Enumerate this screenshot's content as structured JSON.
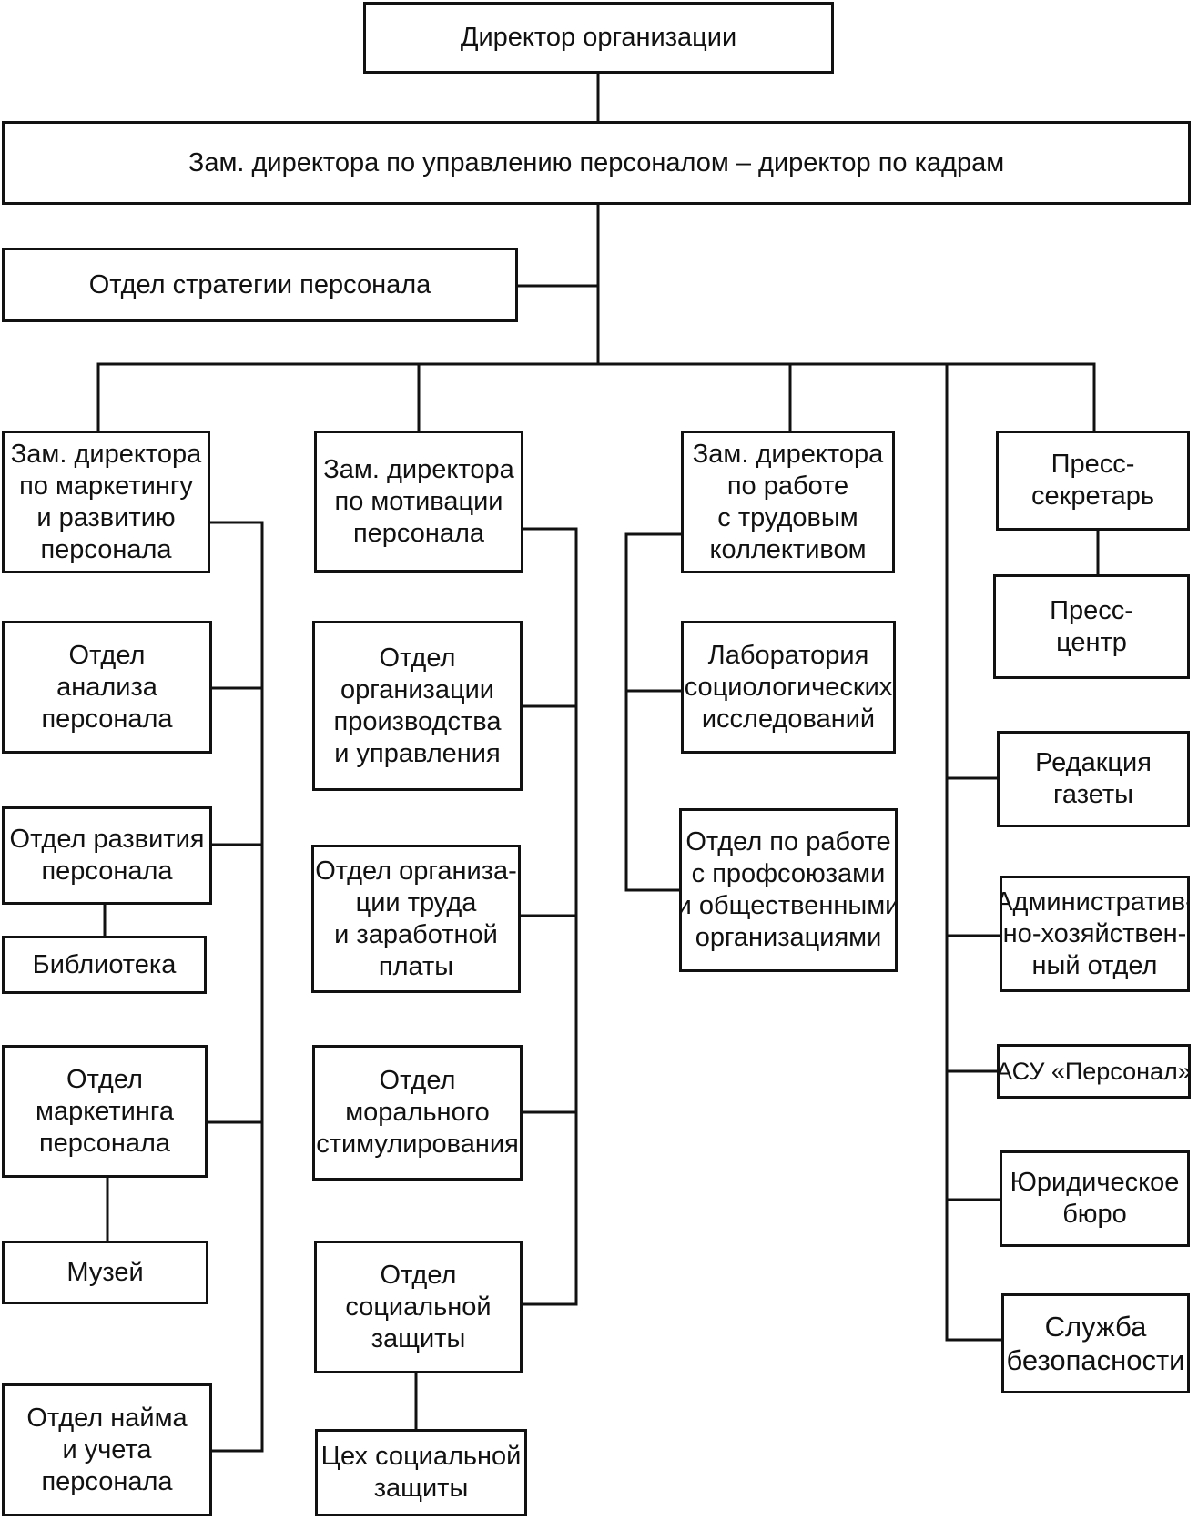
{
  "org_chart": {
    "director": [
      "Директор организации"
    ],
    "deputy_hr": [
      "Зам. директора по управлению персоналом – директор по кадрам"
    ],
    "strategy_dept": [
      "Отдел стратегии персонала"
    ],
    "branch_marketing": {
      "head": [
        "Зам. директора",
        "по маркетингу",
        "и развитию",
        "персонала"
      ],
      "analysis_dept": [
        "Отдел",
        "анализа",
        "персонала"
      ],
      "development_dept": [
        "Отдел развития",
        "персонала"
      ],
      "library": [
        "Библиотека"
      ],
      "marketing_dept": [
        "Отдел",
        "маркетинга",
        "персонала"
      ],
      "museum": [
        "Музей"
      ],
      "hiring_dept": [
        "Отдел найма",
        "и учета",
        "персонала"
      ]
    },
    "branch_motivation": {
      "head": [
        "Зам. директора",
        "по мотивации",
        "персонала"
      ],
      "production_dept": [
        "Отдел",
        "организации",
        "производства",
        "и управления"
      ],
      "labor_dept": [
        "Отдел организа-",
        "ции труда",
        "и заработной",
        "платы"
      ],
      "moral_dept": [
        "Отдел",
        "морального",
        "стимулирования"
      ],
      "social_dept": [
        "Отдел",
        "социальной",
        "защиты"
      ],
      "social_workshop": [
        "Цех социальной",
        "защиты"
      ]
    },
    "branch_collective": {
      "head": [
        "Зам. директора",
        "по работе",
        "с трудовым",
        "коллективом"
      ],
      "lab": [
        "Лаборатория",
        "социологических",
        "исследований"
      ],
      "unions_dept": [
        "Отдел по работе",
        "с профсоюзами",
        "и общественными",
        "организациями"
      ]
    },
    "branch_press": {
      "press_secretary": [
        "Пресс-",
        "секретарь"
      ],
      "press_center": [
        "Пресс-",
        "центр"
      ],
      "newspaper": [
        "Редакция",
        "газеты"
      ],
      "admin_dept": [
        "Административ-",
        "но-хозяйствен-",
        "ный отдел"
      ],
      "asu": [
        "АСУ «Персонал»"
      ],
      "legal": [
        "Юридическое",
        "бюро"
      ],
      "security": [
        "Служба",
        "безопасности"
      ]
    }
  }
}
